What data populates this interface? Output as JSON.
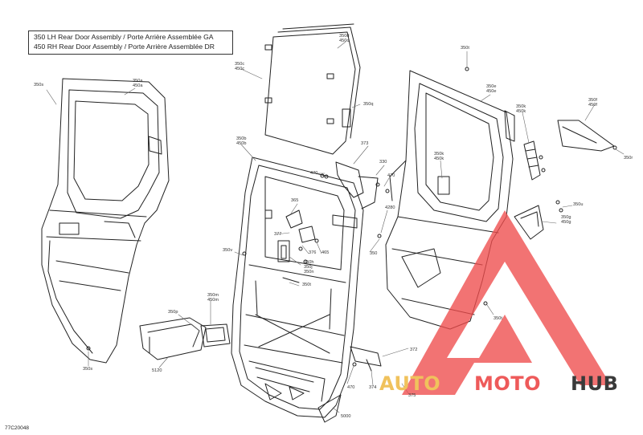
{
  "title_lines": [
    "350 LH Rear Door Assembly / Porte Arrière Assemblée GA",
    "450 RH Rear Door Assembly / Porte Arrière Assemblée DR"
  ],
  "callouts": {
    "c350s": [
      "350s"
    ],
    "c350a_450a": [
      "350a",
      "450a"
    ],
    "c350d_450d": [
      "350d",
      "450d"
    ],
    "c350c_450c": [
      "350c",
      "450c"
    ],
    "c350q": [
      "350q"
    ],
    "c350t_top": [
      "350t"
    ],
    "c350e_450e": [
      "350e",
      "450e"
    ],
    "c350k_450k_a": [
      "350k",
      "450k"
    ],
    "c350f_450f": [
      "350f",
      "450f"
    ],
    "c350r": [
      "350r"
    ],
    "c350b_450b": [
      "350b",
      "450b"
    ],
    "c373": [
      "373"
    ],
    "c330": [
      "330"
    ],
    "c470_a": [
      "470"
    ],
    "c470_b": [
      "470"
    ],
    "c350k_450k_b": [
      "350k",
      "450k"
    ],
    "c365": [
      "365"
    ],
    "c350u": [
      "350u"
    ],
    "c4280": [
      "4280"
    ],
    "c350g_450g": [
      "350g",
      "450g"
    ],
    "c377": [
      "377"
    ],
    "c350v": [
      "350v"
    ],
    "c376": [
      "376"
    ],
    "c465": [
      "465"
    ],
    "c350_mid": [
      "350"
    ],
    "c350h_j_n": [
      "350h",
      "350j",
      "350n"
    ],
    "c350t_mid": [
      "350t"
    ],
    "c350m_450m": [
      "350m",
      "450m"
    ],
    "c350p": [
      "350p"
    ],
    "c350t_right": [
      "350t"
    ],
    "c5120": [
      "5120"
    ],
    "c372": [
      "372"
    ],
    "c350s_bot": [
      "350s"
    ],
    "c470_c": [
      "470"
    ],
    "c374": [
      "374"
    ],
    "c375": [
      "375"
    ],
    "c5000": [
      "5000"
    ]
  },
  "diagram_code": "77C20048",
  "watermark": {
    "part1": "AUTO",
    "part2": "MOTO",
    "part3": "HUB",
    "color_auto": "#f0c25c",
    "color_moto": "#ee5a5a",
    "color_hub": "#3a3a3a",
    "logo_color": "#ee4b4b"
  }
}
